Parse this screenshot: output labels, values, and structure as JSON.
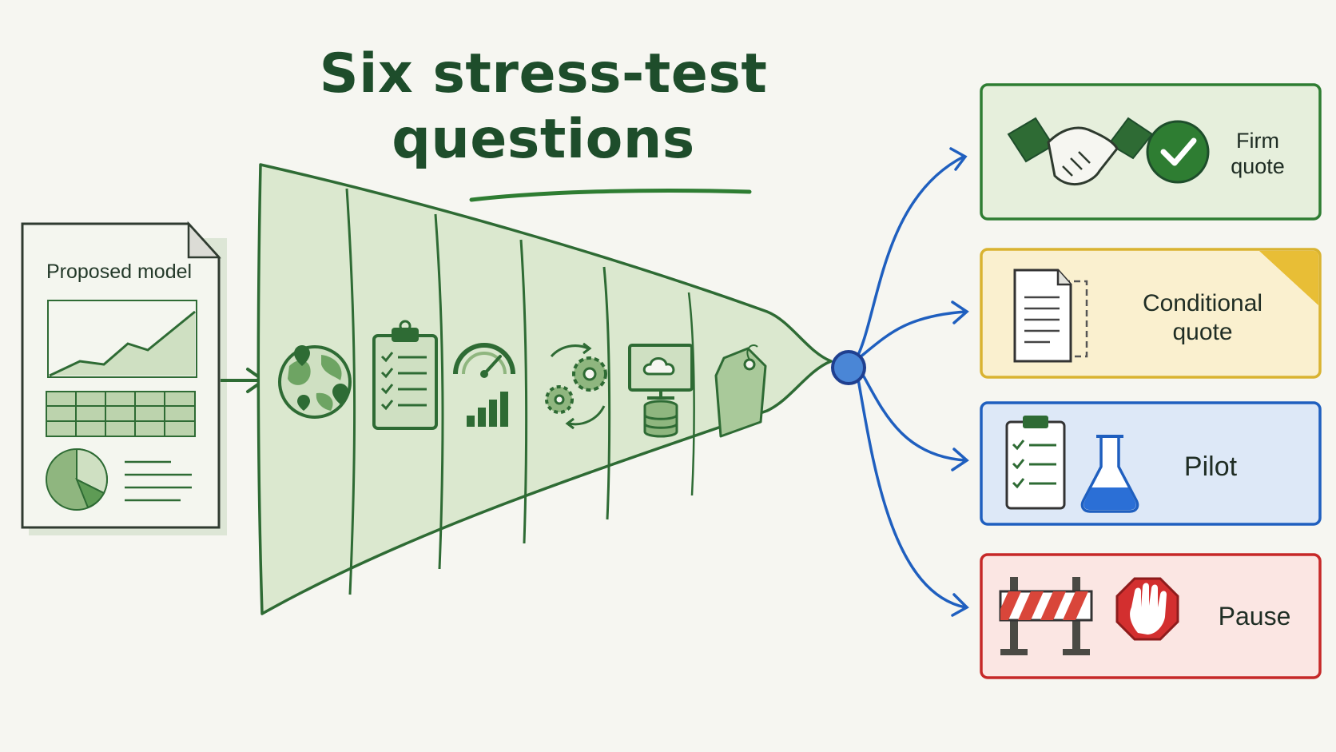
{
  "title": {
    "line1": "Six stress-test",
    "line2": "questions"
  },
  "input_document": {
    "label": "Proposed model"
  },
  "funnel": {
    "stages": [
      {
        "icon": "globe-location-icon"
      },
      {
        "icon": "checklist-clipboard-icon"
      },
      {
        "icon": "gauge-bar-chart-icon"
      },
      {
        "icon": "gears-cycle-icon"
      },
      {
        "icon": "monitor-cloud-database-icon"
      },
      {
        "icon": "price-tag-icon"
      }
    ]
  },
  "outcomes": [
    {
      "label_line1": "Firm",
      "label_line2": "quote",
      "color": "#2e7d32",
      "fill": "#e6efdc",
      "icons": [
        "handshake-icon",
        "checkmark-circle-icon"
      ]
    },
    {
      "label_line1": "Conditional",
      "label_line2": "quote",
      "color": "#d9b330",
      "fill": "#faf0cf",
      "icons": [
        "document-icon"
      ]
    },
    {
      "label_line1": "Pilot",
      "label_line2": "",
      "color": "#1f5fbf",
      "fill": "#dde8f7",
      "icons": [
        "clipboard-icon",
        "flask-icon"
      ]
    },
    {
      "label_line1": "Pause",
      "label_line2": "",
      "color": "#c62828",
      "fill": "#fbe6e3",
      "icons": [
        "barrier-icon",
        "stop-hand-icon"
      ]
    }
  ],
  "colors": {
    "green": "#2e6b34",
    "green_fill": "#dbe8cf",
    "blue": "#1f5fbf"
  }
}
